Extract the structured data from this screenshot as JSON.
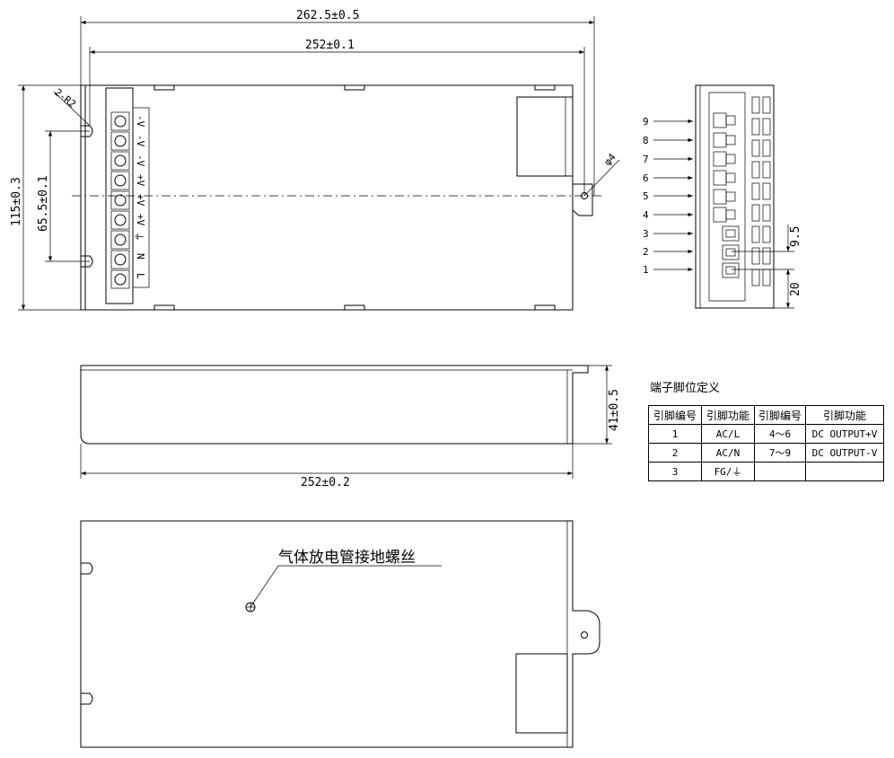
{
  "dimensions": {
    "overall_length": "262.5±0.5",
    "hole_spacing": "252±0.1",
    "corner_radius": "2-R2",
    "height": "115±0.3",
    "slot_spacing": "65.5±0.1",
    "hole_diameter": "φ4",
    "pitch": "9.5",
    "bottom_offset": "20",
    "side_height": "41±0.5",
    "side_length": "252±0.2"
  },
  "terminal_labels": [
    "-V",
    "-V",
    "-V",
    "+V",
    "+V",
    "+V",
    "⏚",
    "N",
    "L"
  ],
  "pin_numbers": [
    "9",
    "8",
    "7",
    "6",
    "5",
    "4",
    "3",
    "2",
    "1"
  ],
  "grounding_note": "气体放电管接地螺丝",
  "table": {
    "title": "端子脚位定义",
    "headers": [
      "引脚编号",
      "引脚功能",
      "引脚编号",
      "引脚功能"
    ],
    "rows": [
      [
        "1",
        "AC/L",
        "4～6",
        "DC OUTPUT+V"
      ],
      [
        "2",
        "AC/N",
        "7～9",
        "DC OUTPUT-V"
      ],
      [
        "3",
        "FG/⏚",
        "",
        ""
      ]
    ]
  }
}
